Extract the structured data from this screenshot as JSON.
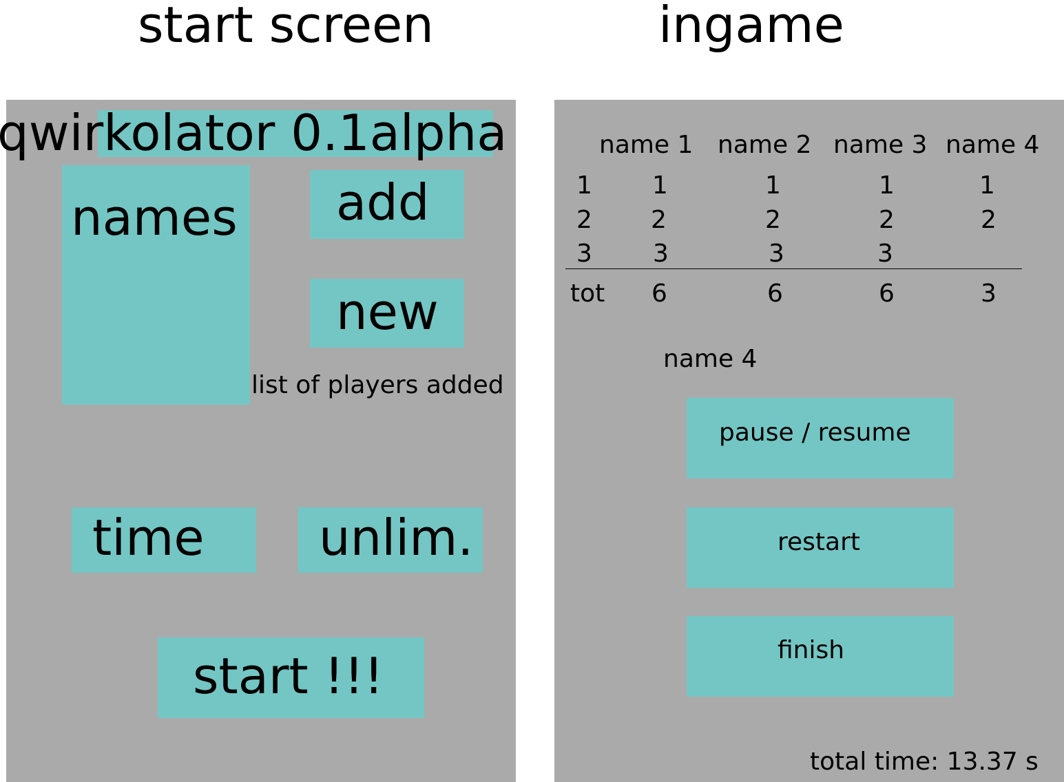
{
  "headings": {
    "start": "start screen",
    "ingame": "ingame"
  },
  "colors": {
    "panel": "#aaaaaa",
    "button": "#73c6c4",
    "text": "#000000"
  },
  "start_screen": {
    "title": "qwirkolator 0.1alpha",
    "names_list_label": "names",
    "add_button": "add",
    "new_button": "new",
    "list_caption": "list of players added",
    "time_button": "time",
    "unlim_button": "unlim.",
    "start_button": "start !!!"
  },
  "ingame": {
    "players": [
      "name 1",
      "name 2",
      "name 3",
      "name 4"
    ],
    "round_numbers": [
      "1",
      "2",
      "3"
    ],
    "scores": [
      [
        "1",
        "2",
        "3"
      ],
      [
        "1",
        "2",
        "3"
      ],
      [
        "1",
        "2",
        "3"
      ],
      [
        "1",
        "2"
      ]
    ],
    "total_label": "tot",
    "totals": [
      "6",
      "6",
      "6",
      "3"
    ],
    "current_player": "name 4",
    "pause_button": "pause / resume",
    "restart_button": "restart",
    "finish_button": "finish",
    "total_time": "total time: 13.37 s"
  }
}
